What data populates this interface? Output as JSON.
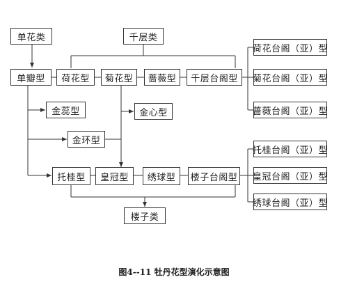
{
  "nodes": {
    "danhua_lei": "单花类",
    "qianceng_lei": "千层类",
    "danban_xing": "单瓣型",
    "hehua_xing": "荷花型",
    "juhua_xing": "菊花型",
    "qiangwei_xing": "蔷薇型",
    "qianceng_taige_xing": "千层台阁型",
    "hehua_taige": "荷花台阁（亚）型",
    "juhua_taige": "菊花台阁（亚）型",
    "qiangwei_taige": "蔷薇台阁（亚）型",
    "jinrui_xing": "金蕊型",
    "jinxin_xing": "金心型",
    "jinhuan_xing": "金环型",
    "tuogui_xing": "托桂型",
    "huangguan_xing": "皇冠型",
    "xiuqiu_xing": "绣球型",
    "louzi_taige_xing": "楼子台阁型",
    "tuogui_taige": "托桂台阁（亚）型",
    "huangguan_taige": "皇冠台阁（亚）型",
    "xiuqiu_taige": "绣球台阁（亚）型",
    "louzi_lei": "楼子类"
  },
  "caption": "图4--11 牡丹花型演化示意图"
}
